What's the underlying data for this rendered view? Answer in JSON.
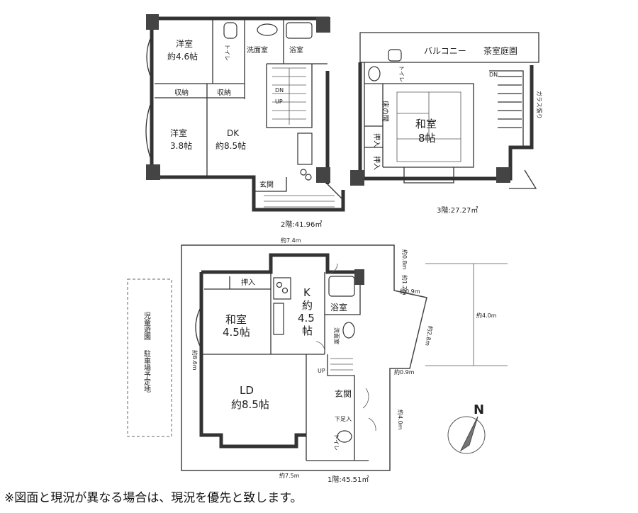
{
  "floor2": {
    "rooms": {
      "western_a": "洋室",
      "western_a_size": "約4.6帖",
      "toilet": "トイレ",
      "washroom": "洗面室",
      "bath": "浴室",
      "storage_a": "収納",
      "storage_b": "収納",
      "western_b": "洋室",
      "western_b_size": "3.8帖",
      "dk": "DK",
      "dk_size": "約8.5帖",
      "entrance": "玄関"
    },
    "stair_dn": "DN",
    "stair_up": "UP",
    "area": "2階:41.96㎡"
  },
  "floor3": {
    "balcony": "バルコニー",
    "tea_garden": "茶室庭園",
    "toilet": "トイレ",
    "alcove": "床の間",
    "japanese": "和室",
    "japanese_size": "8帖",
    "closet_a": "押入",
    "closet_b": "押入",
    "glass": "ガラス張り",
    "stair_dn": "DN",
    "area": "3階:27.27㎡"
  },
  "floor1": {
    "closet": "押入",
    "japanese": "和室",
    "japanese_size": "4.5帖",
    "kitchen": "K",
    "kitchen_size_a": "約",
    "kitchen_size_b": "4.5",
    "kitchen_size_c": "帖",
    "bath": "浴室",
    "washroom": "洗面室",
    "ld": "LD",
    "ld_size": "約8.5帖",
    "entrance": "玄関",
    "shoe": "下足入",
    "toilet": "トイレ",
    "stair_up": "UP",
    "area": "1階:45.51㎡"
  },
  "site": {
    "park_label": "児童遊園",
    "park_sub": "駐車場予定地",
    "dim_top": "約7.4m",
    "dim_bottom": "約7.5m",
    "dim_left": "約8.6m",
    "dim_r1": "約0.8m",
    "dim_r2": "約1.2m",
    "dim_r3": "約0.9m",
    "dim_r4": "約2.8m",
    "dim_r5": "約0.9m",
    "dim_r6": "約4.0m",
    "dim_far": "約4.0m",
    "north": "N"
  },
  "disclaimer": "※図面と現況が異なる場合は、現況を優先と致します。"
}
